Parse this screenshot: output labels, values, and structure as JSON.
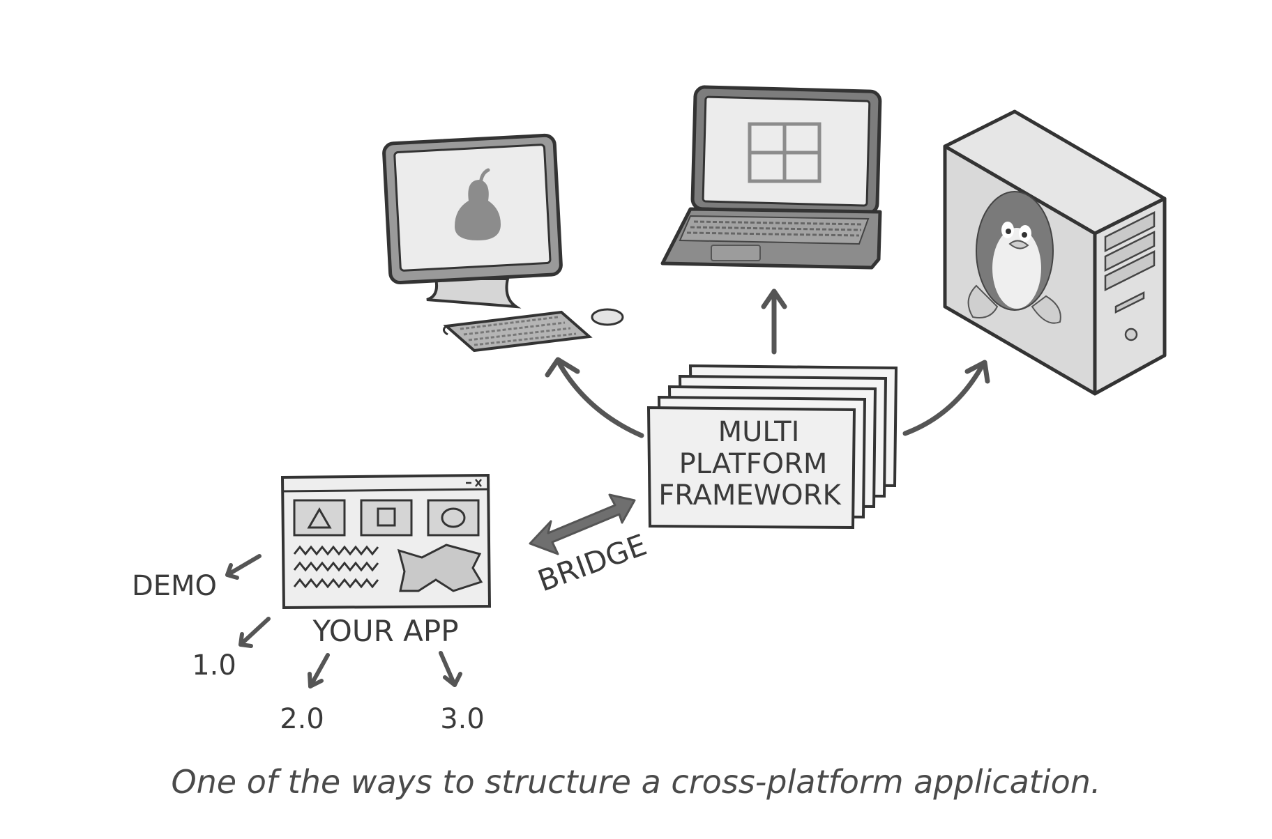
{
  "diagram": {
    "framework_label": [
      "MULTI",
      "PLATFORM",
      "FRAMEWORK"
    ],
    "bridge_label": "BRIDGE",
    "app_label": "YOUR APP",
    "version_labels": {
      "demo": "DEMO",
      "v1": "1.0",
      "v2": "2.0",
      "v3": "3.0"
    },
    "platforms": {
      "mac": "pear-logo-icon",
      "windows": "window-logo-icon",
      "linux": "penguin-logo-icon"
    }
  },
  "caption": "One of the ways to structure a cross-platform application.",
  "colors": {
    "outline": "#333333",
    "light_fill": "#ececec",
    "mid_fill": "#d9d9d9",
    "dark_fill": "#8c8c8c",
    "arrow": "#6a6a6a"
  }
}
